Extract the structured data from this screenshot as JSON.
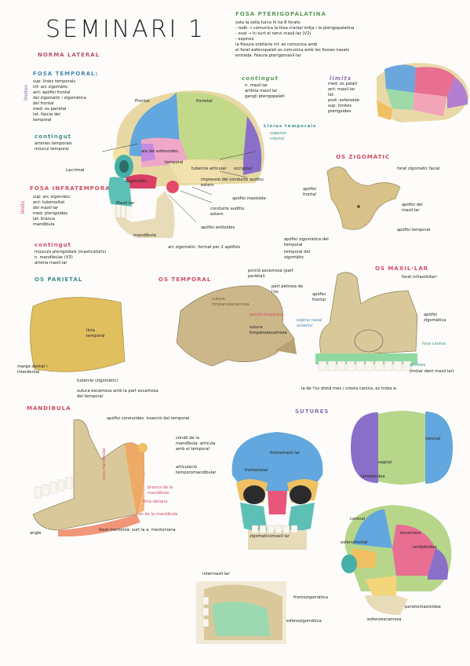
{
  "title": "SEMINARI 1",
  "norma_lateral": "NORMA LATERAL",
  "fosa_temporal": {
    "heading": "FOSA TEMPORAL:",
    "side": "límites",
    "items": [
      "sup: línies temporals",
      "inf: arc zigomàtic",
      "ant: apòfisi frontal",
      "del zigomàtic i zigomàtica",
      "del frontal",
      "med: os parietal",
      "lat: fàscia del",
      "temporal"
    ],
    "contingut_heading": "contingut",
    "contingut": [
      "artèries temporals",
      "múscul temporal"
    ]
  },
  "fosa_infratemporal": {
    "heading": "FOSA INFRATEMPORAL",
    "side": "límits",
    "items": [
      "sup: arc zigomàtic",
      "ant: tuberositat",
      "del maxil·lar",
      "med: pterigoides",
      "lat: branca",
      "mandíbula"
    ],
    "contingut_heading": "contingut",
    "contingut": [
      "músculs pterigoïdals (masticatoris)",
      "n. mandibular (V3)",
      "artèria maxil·lar"
    ]
  },
  "fosa_pterigopalatina": {
    "heading": "FOSA PTERIGOPALATINA",
    "lines": [
      "sota la sella turca hi ha 8 forats:",
      "- rodó → comunica la fosa cranial mitja i la pterigopalatina",
      "- oval → hi surt el nervi maxil·lar (V2)",
      "- espinós",
      "la fissura orbitària inf. es comunica amb",
      "el forat esfenopalatí es comunica amb les fosses nasals",
      "entrada: fissura pterigomaxil·lar"
    ],
    "contingut_heading": "contingut",
    "contingut": [
      "n. maxil·lar",
      "artèria maxil·lar",
      "gangli pterigopalatí"
    ],
    "limits_heading": "límits",
    "limits": [
      "med: os palatí",
      "ant: maxil·lar",
      "lat:",
      "post: esfenoide",
      "sup: límites",
      "pterigoides"
    ]
  },
  "skull_lateral_labels": [
    "Frontal",
    "Parietal",
    "Lacrimal",
    "Zigomàtic",
    "Maxil·lar",
    "mandíbula",
    "occipital",
    "tubercle articular",
    "impressió del conducte auditiu extern",
    "Línies temporals",
    "superior",
    "inferior",
    "apòfisi mastoide",
    "conducte auditiu extern",
    "apòfisi estiloides",
    "arc zigomàtic: format per 2 apòfisis",
    "apòfisi zigomàtica del temporal",
    "temporal del zigomàtic",
    "ala del esfenoides",
    "temporal"
  ],
  "os_zigomatic": {
    "heading": "OS ZIGOMÀTIC",
    "labels": [
      "forat zigomàtic facial",
      "apòfisi frontal",
      "apòfisi del maxil·lar",
      "apòfisi temporal"
    ]
  },
  "os_parietal": {
    "heading": "OS PARIETAL",
    "labels": [
      "línia temporal",
      "marge dentat i interdental"
    ]
  },
  "os_temporal": {
    "heading": "OS TEMPORAL",
    "labels": [
      "porció escamosa (part parietal)",
      "part petrosa de l'os",
      "sutura timpanoescamosa",
      "porció timpànica",
      "sutura timpanoescamosa",
      "tubercle (zigomàtic)",
      "sutura escamosa amb la part escamosa del temporal"
    ]
  },
  "os_maxil_lar": {
    "heading": "OS MAXIL·LAR",
    "labels": [
      "forat infraorbitari",
      "apòfisi frontal",
      "apòfisi zigomàtica",
      "espina nasal anterior",
      "fosa canina",
      "genives",
      "(molar dent maxil·lar)",
      "la de l'os dretà més / cresta canina, es troba a:"
    ]
  },
  "mandibula": {
    "heading": "MANDÍBULA",
    "labels": [
      "apòfisi coronoides: inserció del temporal",
      "còndil de la mandíbula: articula amb el temporal",
      "articulació temporomandibular",
      "branca de la mandíbula",
      "línia obliqua",
      "cos de la mandíbula",
      "angle",
      "forat mentonià: surt la a. mentoniana",
      "osca mandibular"
    ]
  },
  "sutures": {
    "heading": "SUTURES",
    "front_labels": [
      "frontomaxil·lar",
      "frontonasal",
      "zigomaticomaxil·lar"
    ],
    "top_labels": [
      "coronal",
      "sagital",
      "lambdoidea"
    ],
    "side_labels": [
      "coronal",
      "esfenofrontal",
      "escamosa",
      "lambdoidea",
      "frontozigomàtica",
      "esfenozigomàtica",
      "parietomastoidea",
      "esfenoescamosa"
    ],
    "inter_label": "intermaxil·lar"
  }
}
